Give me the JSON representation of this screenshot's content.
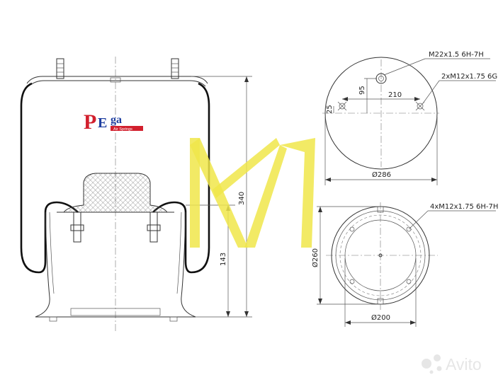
{
  "logo": {
    "letters": [
      "P",
      "E",
      "ga"
    ],
    "tagline": "Air Springs",
    "colors": {
      "p": "#d21f2d",
      "e": "#1f3fa0",
      "ga": "#1f3fa0",
      "bar": "#d21f2d"
    }
  },
  "side_view": {
    "height_total": "340",
    "height_piston": "143"
  },
  "top_view": {
    "center_thread": "M22x1.5 6H-7H",
    "side_threads": "2xM12x1.75 6G",
    "offset_vertical": "95",
    "bolt_spacing": "210",
    "offset_small": "25",
    "diameter": "Ø286"
  },
  "bottom_view": {
    "threads": "4xM12x1.75 6H-7H",
    "outer_diameter": "Ø260",
    "inner_diameter": "Ø200"
  },
  "watermark": {
    "brand": "Avito",
    "color": "#f0e64a"
  }
}
